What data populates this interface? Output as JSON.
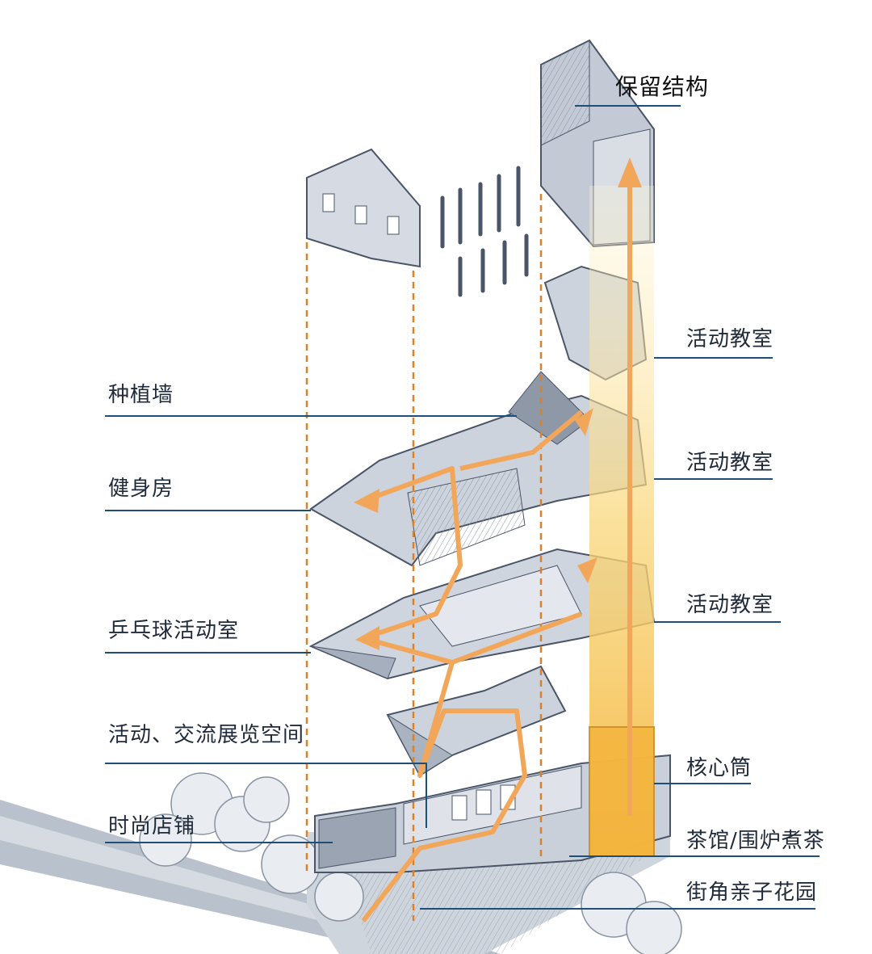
{
  "labels": {
    "retained_structure": "保留结构",
    "activity_classroom_1": "活动教室",
    "activity_classroom_2": "活动教室",
    "activity_classroom_3": "活动教室",
    "planting_wall": "种植墙",
    "gym": "健身房",
    "table_tennis_room": "乒乓球活动室",
    "activity_exhibition_space": "活动、交流展览空间",
    "core_tube": "核心筒",
    "fashion_shop": "时尚店铺",
    "teahouse": "茶馆/围炉煮茶",
    "corner_garden": "街角亲子花园"
  },
  "colors": {
    "leader_line": "#1f4e79",
    "dashed_guide": "#d9822b",
    "flow_arrow": "#f2a65a",
    "core_glow": "#f7c35a",
    "building_fill": "#c9d0da",
    "building_stroke": "#4a5568"
  }
}
